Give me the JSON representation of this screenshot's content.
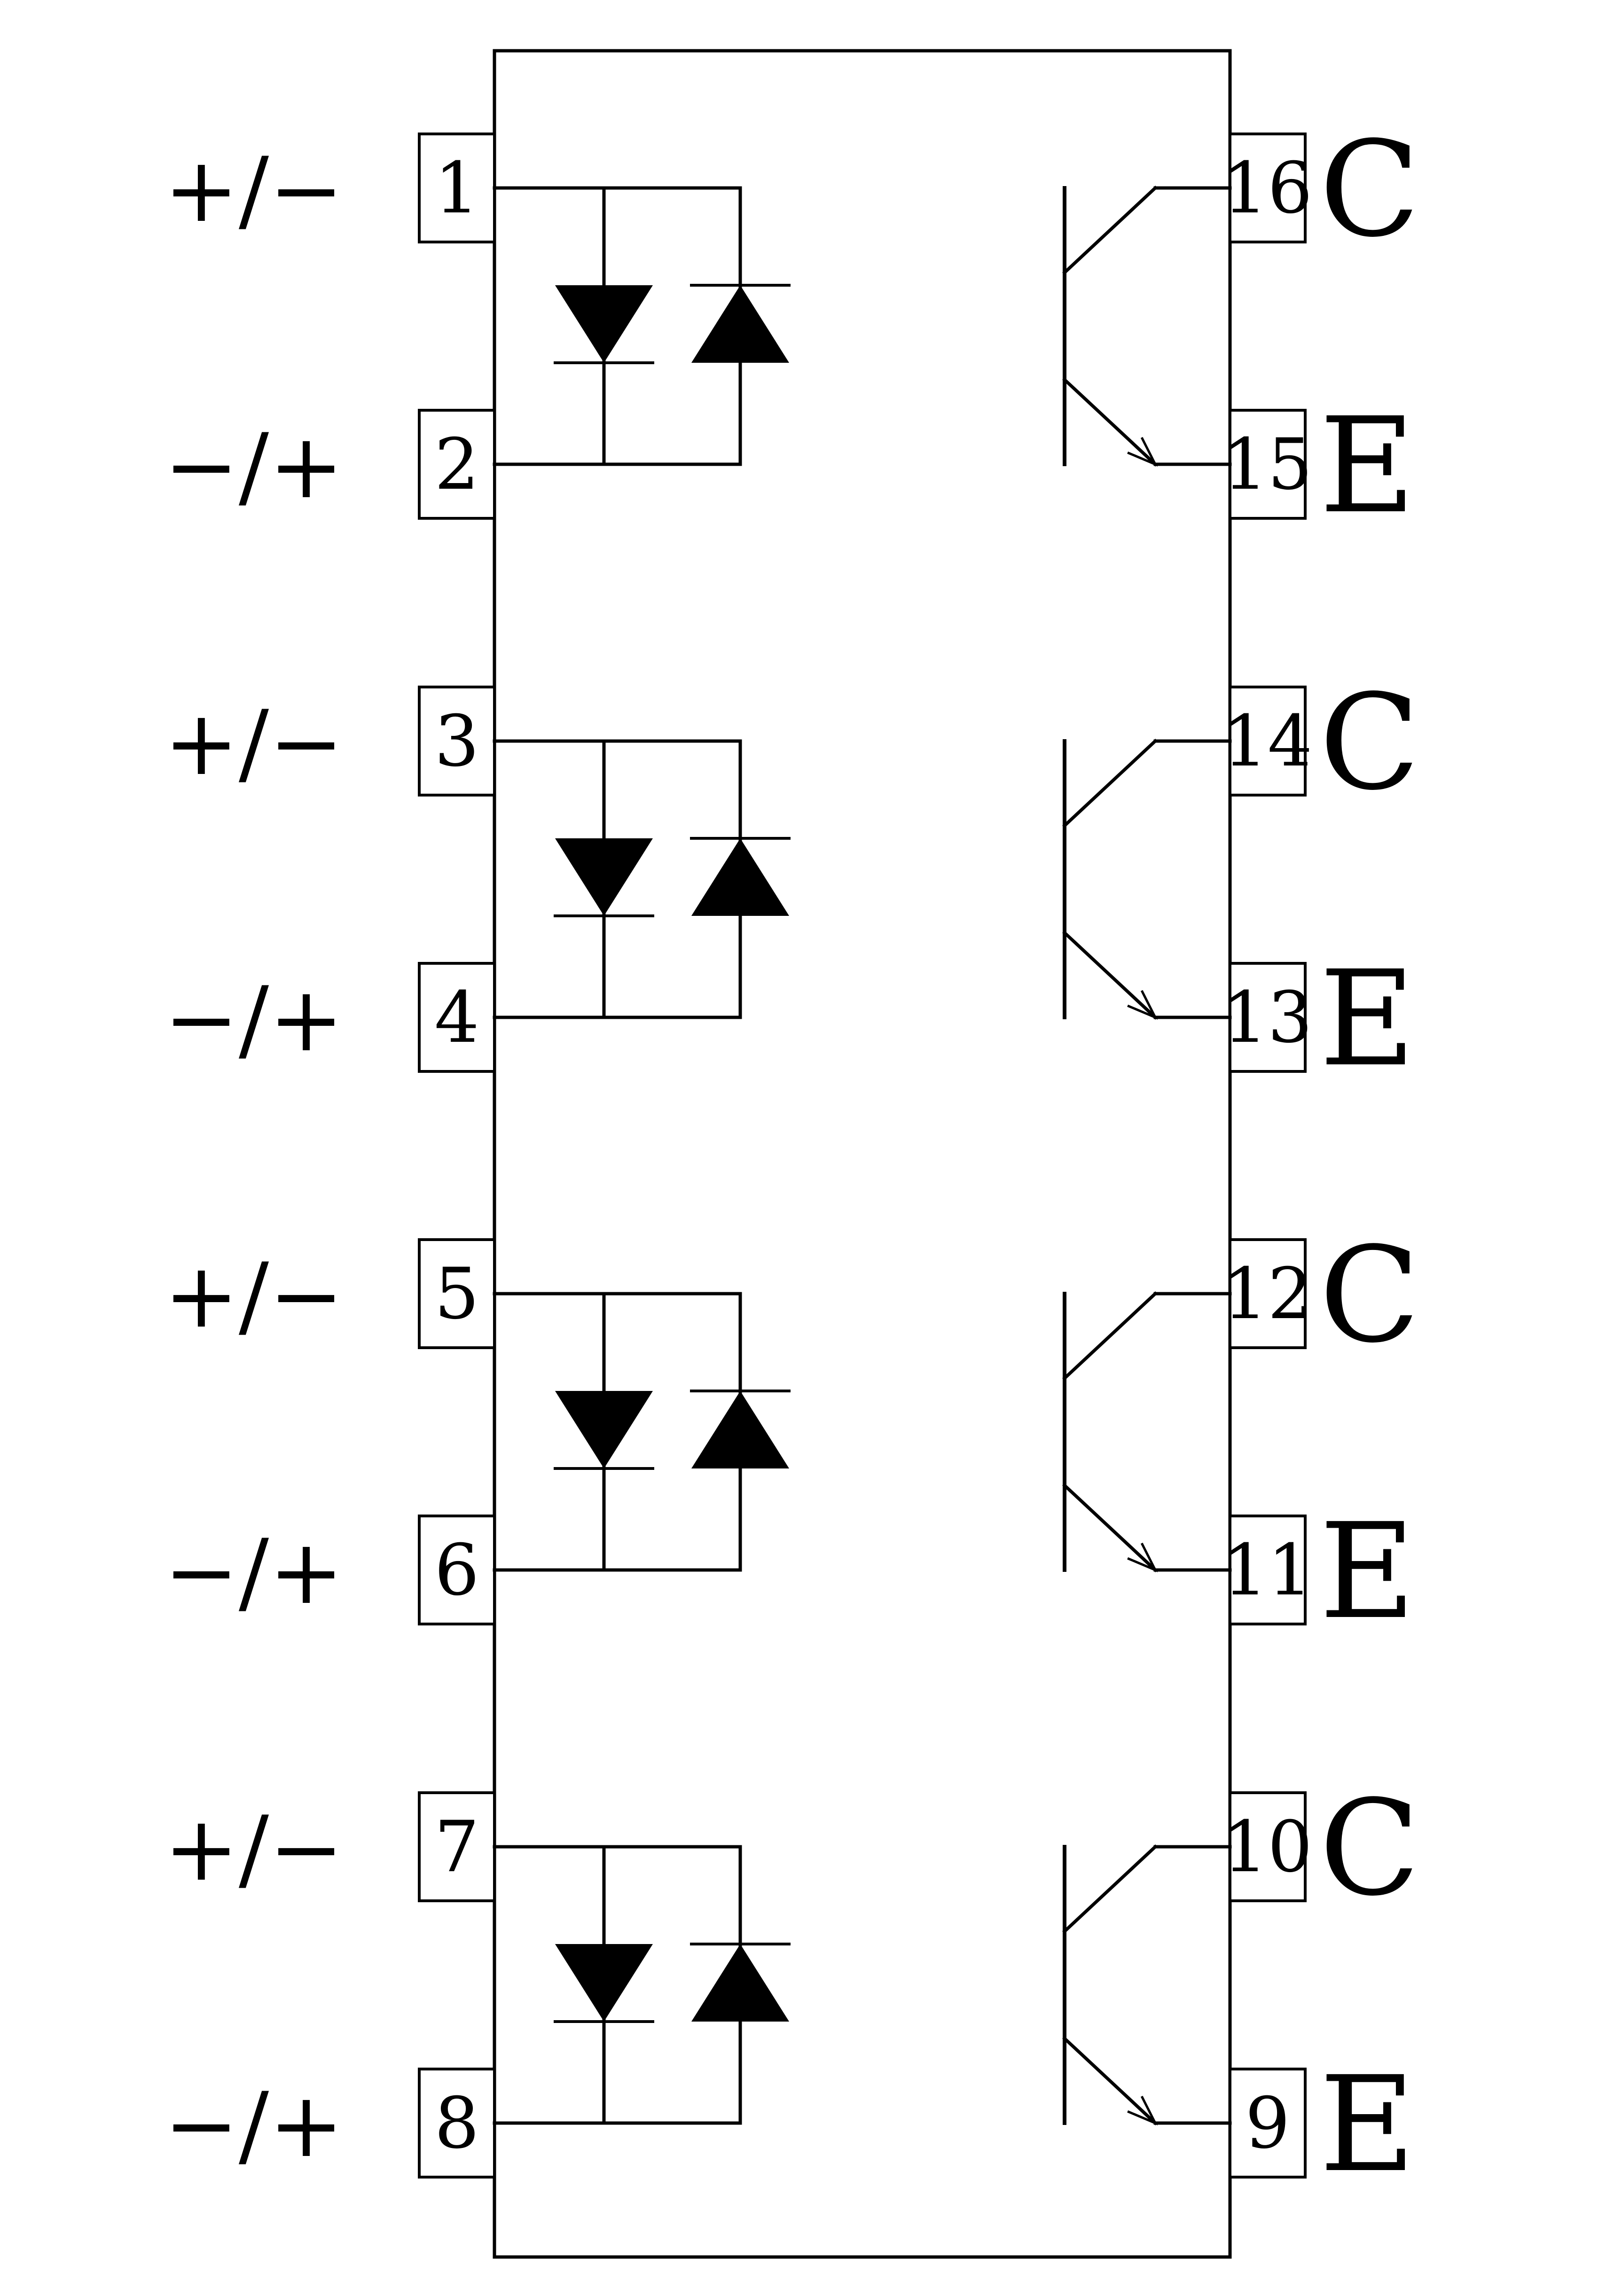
{
  "colors": {
    "line": "#000000",
    "background": "#ffffff"
  },
  "channels": [
    {
      "anode_pin": "1",
      "cathode_pin": "2",
      "top_polarity": "+/−",
      "bottom_polarity": "−/+",
      "collector_pin": "16",
      "emitter_pin": "15",
      "collector_label": "C",
      "emitter_label": "E"
    },
    {
      "anode_pin": "3",
      "cathode_pin": "4",
      "top_polarity": "+/−",
      "bottom_polarity": "−/+",
      "collector_pin": "14",
      "emitter_pin": "13",
      "collector_label": "C",
      "emitter_label": "E"
    },
    {
      "anode_pin": "5",
      "cathode_pin": "6",
      "top_polarity": "+/−",
      "bottom_polarity": "−/+",
      "collector_pin": "12",
      "emitter_pin": "11",
      "collector_label": "C",
      "emitter_label": "E"
    },
    {
      "anode_pin": "7",
      "cathode_pin": "8",
      "top_polarity": "+/−",
      "bottom_polarity": "−/+",
      "collector_pin": "10",
      "emitter_pin": "9",
      "collector_label": "C",
      "emitter_label": "E"
    }
  ]
}
